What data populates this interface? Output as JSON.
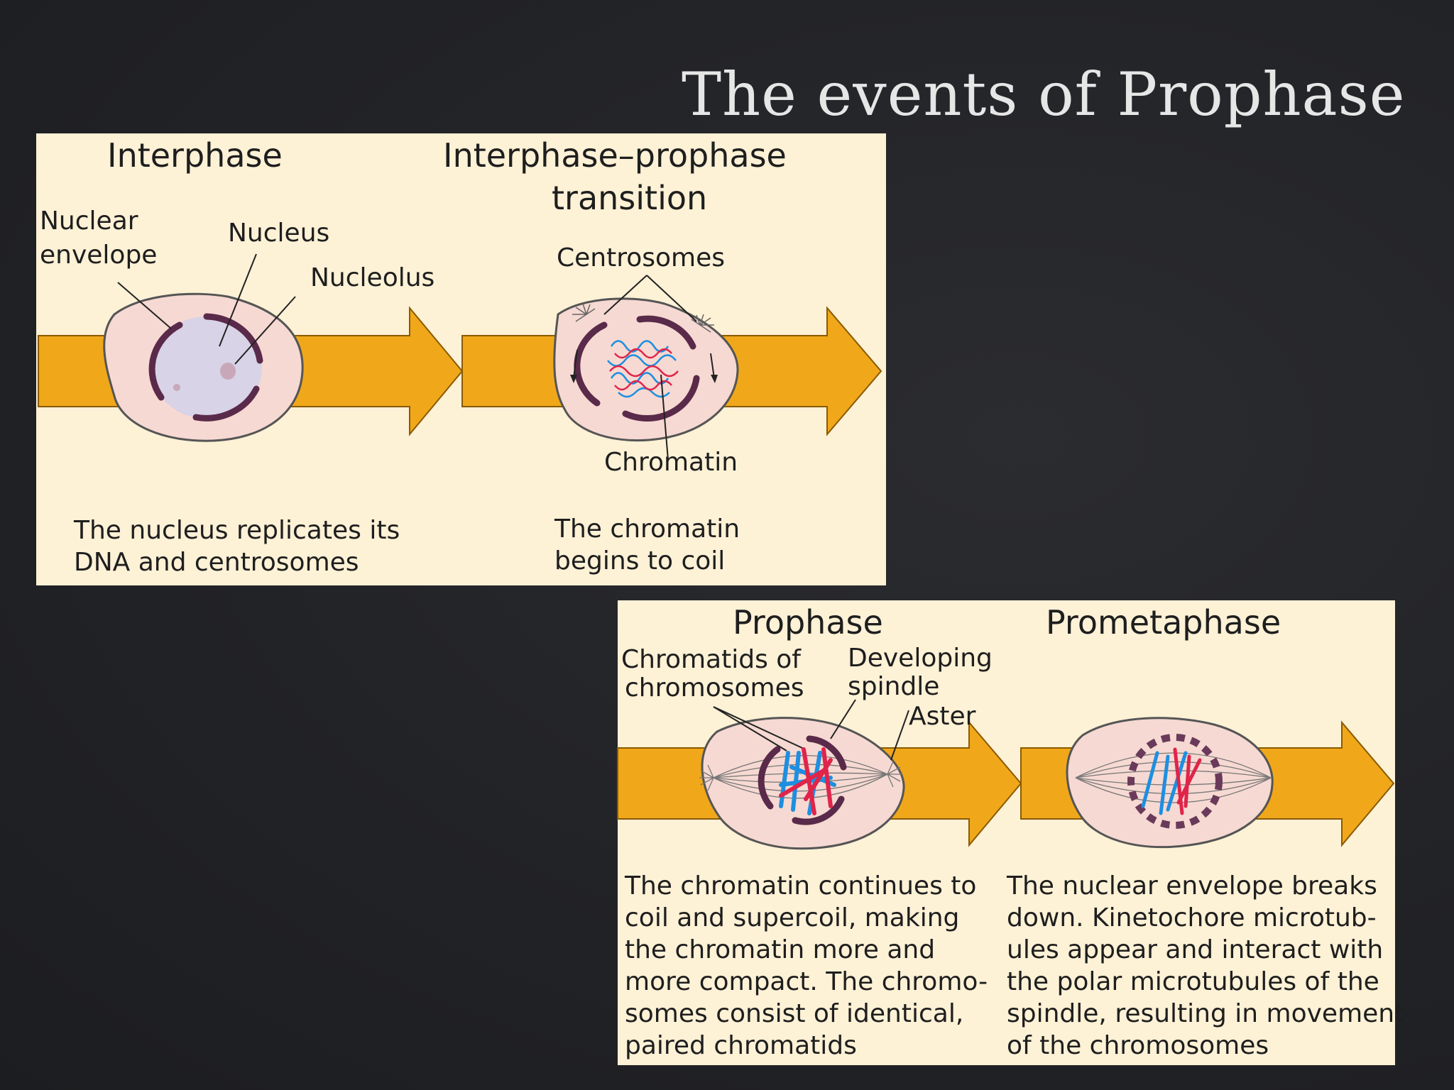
{
  "slide": {
    "title": "The events of Prophase"
  },
  "top_panel": {
    "stages": [
      {
        "title": "Interphase",
        "description": [
          "The nucleus replicates its",
          "DNA and centrosomes"
        ]
      },
      {
        "title": [
          "Interphase–prophase",
          "transition"
        ],
        "description": [
          "The chromatin",
          "begins to coil"
        ]
      }
    ],
    "labels": {
      "nuclear_envelope": [
        "Nuclear",
        "envelope"
      ],
      "nucleus": "Nucleus",
      "nucleolus": "Nucleolus",
      "centrosomes": "Centrosomes",
      "chromatin": "Chromatin"
    }
  },
  "bottom_panel": {
    "stages": [
      {
        "title": "Prophase",
        "description": [
          "The chromatin continues to",
          "coil and supercoil, making",
          "the chromatin more and",
          "more compact. The chromo-",
          "somes consist of identical,",
          "paired chromatids"
        ]
      },
      {
        "title": "Prometaphase",
        "description": [
          "The nuclear envelope breaks",
          "down. Kinetochore microtub-",
          "ules appear and interact with",
          "the polar microtubules of the",
          "spindle, resulting in movement",
          "of the chromosomes"
        ]
      }
    ],
    "labels": {
      "chromatids": [
        "Chromatids of",
        "chromosomes"
      ],
      "developing_spindle": [
        "Developing",
        "spindle"
      ],
      "aster": "Aster"
    }
  },
  "colors": {
    "background": "#232428",
    "panel": "#fdf1d6",
    "arrow": "#f0a81a",
    "cell": "#f6d9d2",
    "envelope": "#5a2a4a",
    "chromatid_red": "#e0244a",
    "chromatid_blue": "#1e8fe0"
  }
}
